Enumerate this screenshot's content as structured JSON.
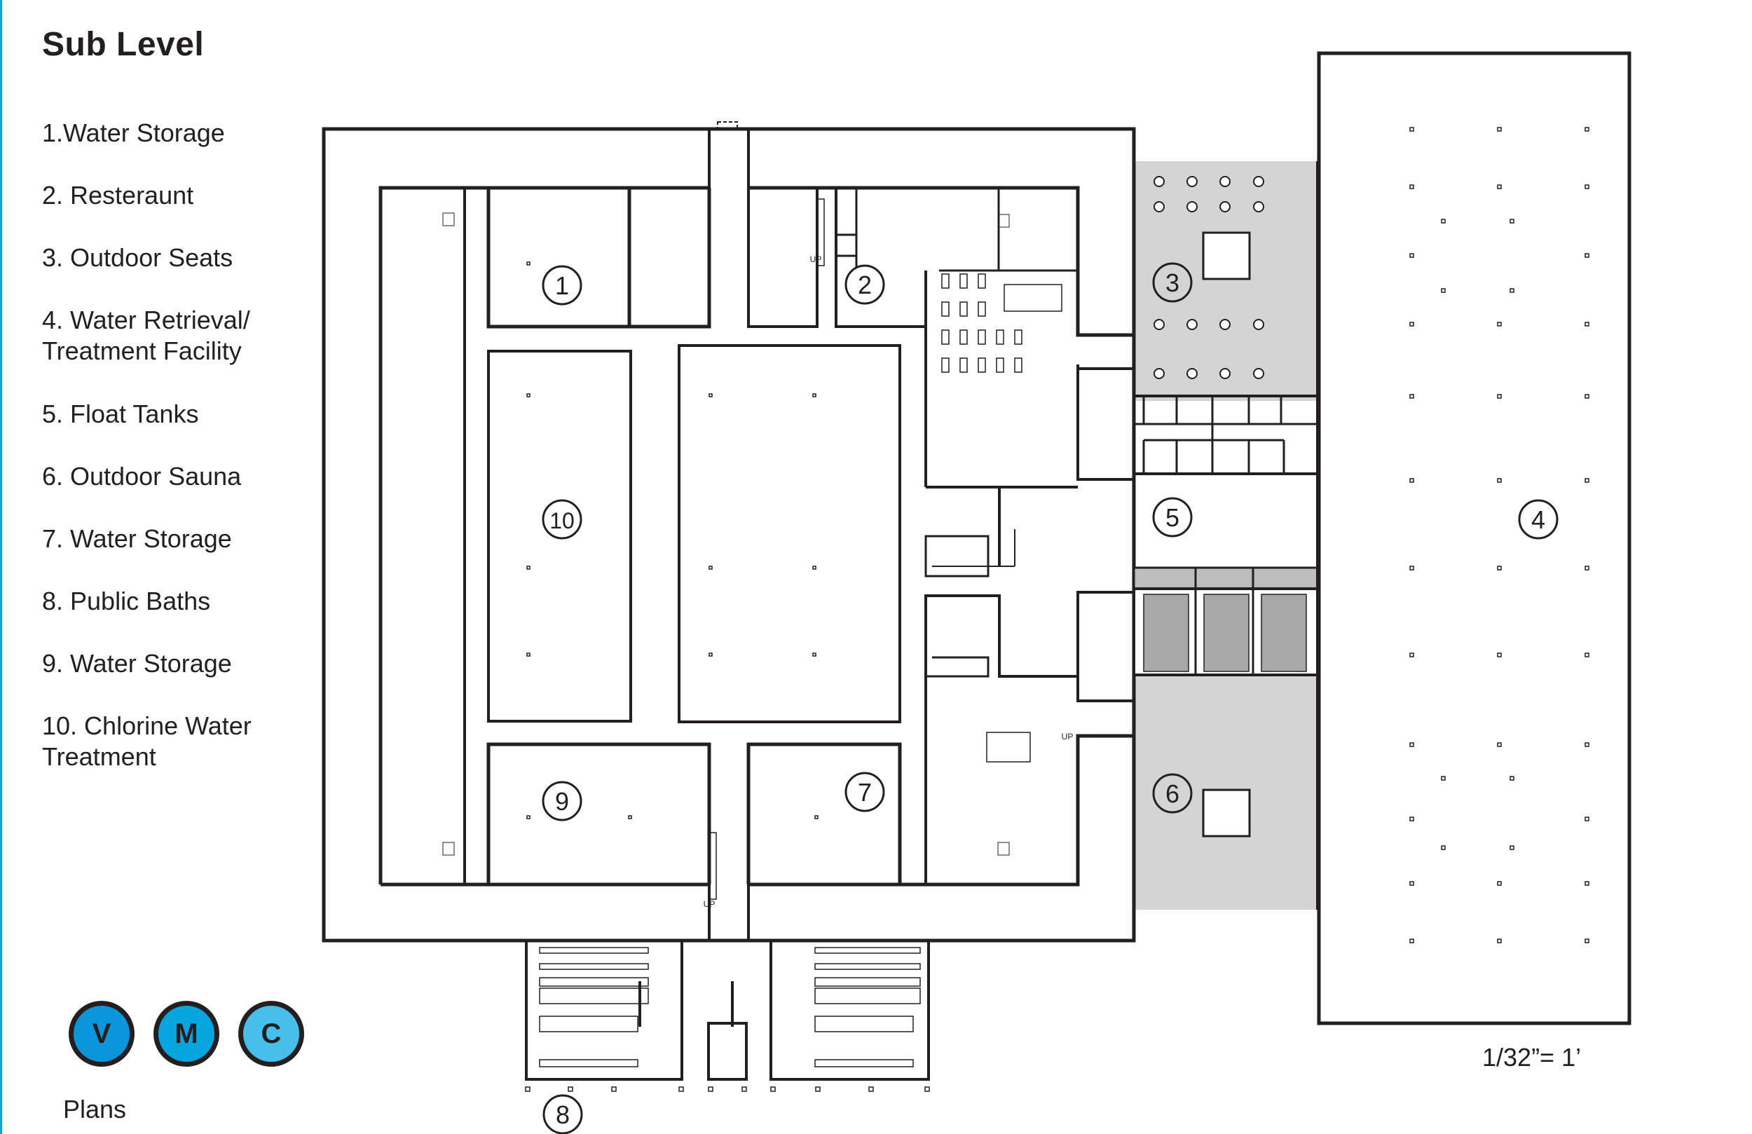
{
  "header": {
    "title": "Sub Level"
  },
  "legend": {
    "items": [
      {
        "number": "1",
        "label": "1.Water Storage"
      },
      {
        "number": "2",
        "label": "2. Resteraunt"
      },
      {
        "number": "3",
        "label": "3. Outdoor Seats"
      },
      {
        "number": "4",
        "label": "4. Water Retrieval/\nTreatment Facility"
      },
      {
        "number": "5",
        "label": "5. Float Tanks"
      },
      {
        "number": "6",
        "label": "6. Outdoor Sauna"
      },
      {
        "number": "7",
        "label": "7. Water Storage"
      },
      {
        "number": "8",
        "label": "8. Public Baths"
      },
      {
        "number": "9",
        "label": "9. Water Storage"
      },
      {
        "number": "10",
        "label": "10. Chlorine Water\nTreatment"
      }
    ]
  },
  "plan": {
    "room_tags": [
      {
        "id": "1",
        "text": "1"
      },
      {
        "id": "2",
        "text": "2"
      },
      {
        "id": "3",
        "text": "3"
      },
      {
        "id": "4",
        "text": "4"
      },
      {
        "id": "5",
        "text": "5"
      },
      {
        "id": "6",
        "text": "6"
      },
      {
        "id": "7",
        "text": "7"
      },
      {
        "id": "8",
        "text": "8"
      },
      {
        "id": "9",
        "text": "9"
      },
      {
        "id": "10",
        "text": "10"
      }
    ],
    "stair_label": "UP",
    "scale": "1/32”= 1’",
    "colors": {
      "wall": "#231f20",
      "outdoor_fill": "#d4d4d4",
      "tank_fill": "#a8a8a8"
    }
  },
  "navigation": {
    "buttons": [
      {
        "label": "V",
        "color": "#0b96dc"
      },
      {
        "label": "M",
        "color": "#07a5e0"
      },
      {
        "label": "C",
        "color": "#47bfeb"
      }
    ],
    "section_label": "Plans"
  },
  "page": {
    "accent_rule_color": "#1aa3e0"
  }
}
